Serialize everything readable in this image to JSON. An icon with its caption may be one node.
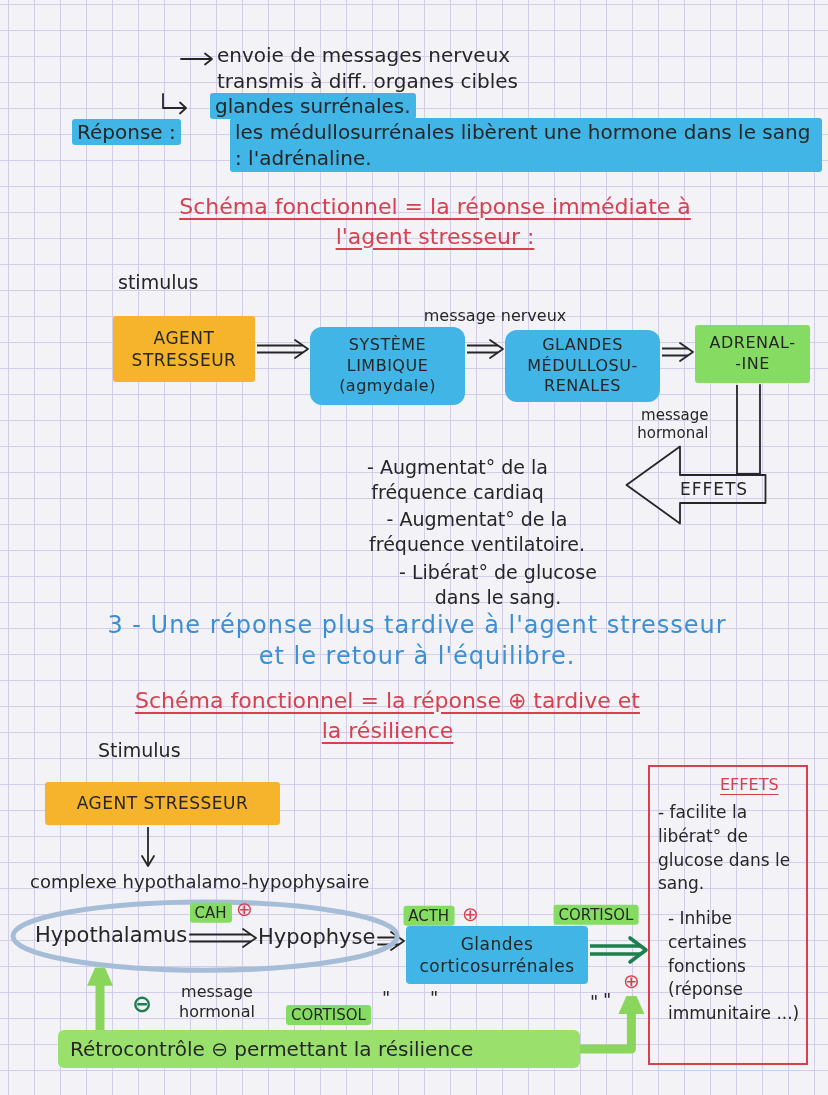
{
  "diagram": {
    "nodes": [
      {
        "text": [
          "AGENT STRESSEUR"
        ]
      },
      {
        "text": [
          "SYSTÈME LIMBIQUE (agmydale)"
        ]
      },
      {
        "text": [
          "GLANDES MÉDULLOSU- RENALES"
        ]
      },
      {
        "text": [
          "ADRENAL- -INE"
        ]
      },
      {
        "text": [
          "EFFETS"
        ],
        "beside": [
          "- Augmentat° de la fréquence cardiaq",
          "- Augmentat° de la fréquence ventilatoire.",
          "- Libérat° de glucose dans le sang."
        ]
      },
      {
        "text": [
          "AGENT STRESSEUR"
        ]
      },
      {
        "text": [
          "complexe hypothalamo-hypophysaire"
        ]
      },
      {
        "text": [
          "Hypothalamus"
        ],
        "in": 6
      },
      {
        "text": [
          "Hypophyse"
        ],
        "in": 6
      },
      {
        "text": [
          "Glandes corticosurrénales"
        ]
      },
      {
        "text": [
          "EFFETS",
          "- facilite la libérat° de glucose dans le sang.",
          "- Inhibe certaines fonctions (réponse immunitaire ...)"
        ]
      },
      {
        "text": [
          "⊕"
        ]
      },
      {
        "text": [
          "CORTISOL",
          "Rétrocontrôle ⊖ permettant la résilience"
        ]
      }
    ],
    "edges": [
      {
        "from": 0,
        "to": 1,
        "arrow": "to"
      },
      {
        "from": 1,
        "to": 2,
        "arrow": "to",
        "label": "message nerveux"
      },
      {
        "from": 2,
        "to": 3,
        "arrow": "to"
      },
      {
        "from": 3,
        "to": 4,
        "arrow": "none",
        "label": "message hormonal"
      },
      {
        "from": 5,
        "to": 6,
        "arrow": "to"
      },
      {
        "from": 7,
        "to": 8,
        "arrow": "to",
        "label": "CAH"
      },
      {
        "from": 8,
        "to": 9,
        "arrow": "to",
        "label": "ACTH"
      },
      {
        "from": 9,
        "to": 10,
        "arrow": "to",
        "label": "CORTISOL",
        "style": "thick",
        "color": "#1d7f4e"
      },
      {
        "from": 12,
        "to": 6,
        "arrow": "to",
        "label": "⊖",
        "style": "thick",
        "color": "#8ad65c"
      },
      {
        "from": 12,
        "to": 11,
        "arrow": "to",
        "style": "thick",
        "color": "#8ad65c"
      }
    ],
    "labels": [
      "envoie de messages nerveux transmis à diff. organes cibles",
      "glandes surrénales.",
      "Réponse :",
      "les médullosurrénales libèrent une hormone dans le sang : l'adrénaline.",
      "Schéma fonctionnel = la réponse immédiate à l'agent stresseur :",
      "stimulus",
      "3 - Une réponse plus tardive à l'agent stresseur et le retour à l'équilibre.",
      "Schéma fonctionnel = la réponse ⊕ tardive et la résilience",
      "Stimulus",
      "⊕",
      "⊕",
      "message hormonal",
      "\"",
      "\"",
      "\"",
      "\""
    ]
  }
}
